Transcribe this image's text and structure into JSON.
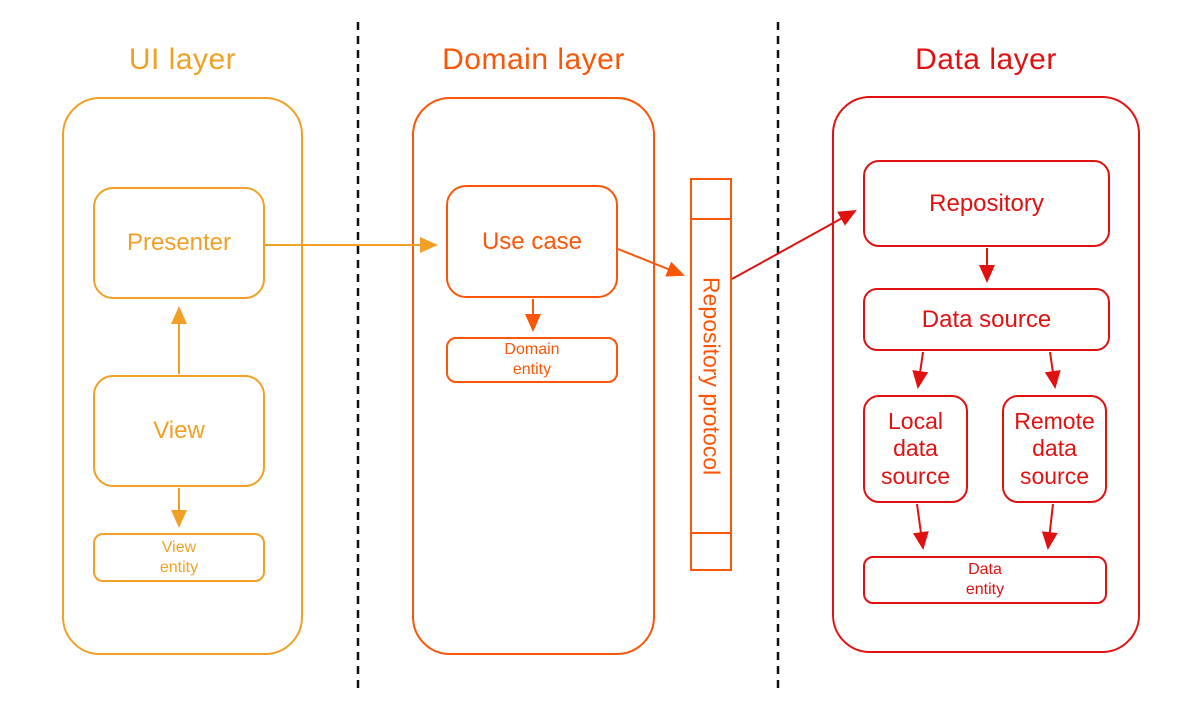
{
  "diagram": {
    "type": "architecture-layers",
    "colors": {
      "ui_layer": "#F0A125",
      "domain_layer": "#FA5608",
      "data_layer": "#E01211",
      "divider": "#111111",
      "background": "#FFFFFF"
    },
    "layers": {
      "ui": {
        "title": "UI layer",
        "nodes": {
          "presenter": "Presenter",
          "view": "View",
          "view_entity": "View\nentity"
        }
      },
      "domain": {
        "title": "Domain layer",
        "nodes": {
          "use_case": "Use case",
          "domain_entity": "Domain\nentity",
          "repository_protocol": "Repository protocol"
        }
      },
      "data": {
        "title": "Data layer",
        "nodes": {
          "repository": "Repository",
          "data_source": "Data source",
          "local_data_source": "Local\ndata\nsource",
          "remote_data_source": "Remote\ndata\nsource",
          "data_entity": "Data\nentity"
        }
      }
    },
    "edges": [
      {
        "from": "Presenter",
        "to": "Use case"
      },
      {
        "from": "View",
        "to": "Presenter"
      },
      {
        "from": "View",
        "to": "View entity"
      },
      {
        "from": "Use case",
        "to": "Domain entity"
      },
      {
        "from": "Use case",
        "to": "Repository protocol"
      },
      {
        "from": "Repository protocol",
        "to": "Repository"
      },
      {
        "from": "Repository",
        "to": "Data source"
      },
      {
        "from": "Data source",
        "to": "Local data source"
      },
      {
        "from": "Data source",
        "to": "Remote data source"
      },
      {
        "from": "Local data source",
        "to": "Data entity"
      },
      {
        "from": "Remote data source",
        "to": "Data entity"
      }
    ]
  }
}
